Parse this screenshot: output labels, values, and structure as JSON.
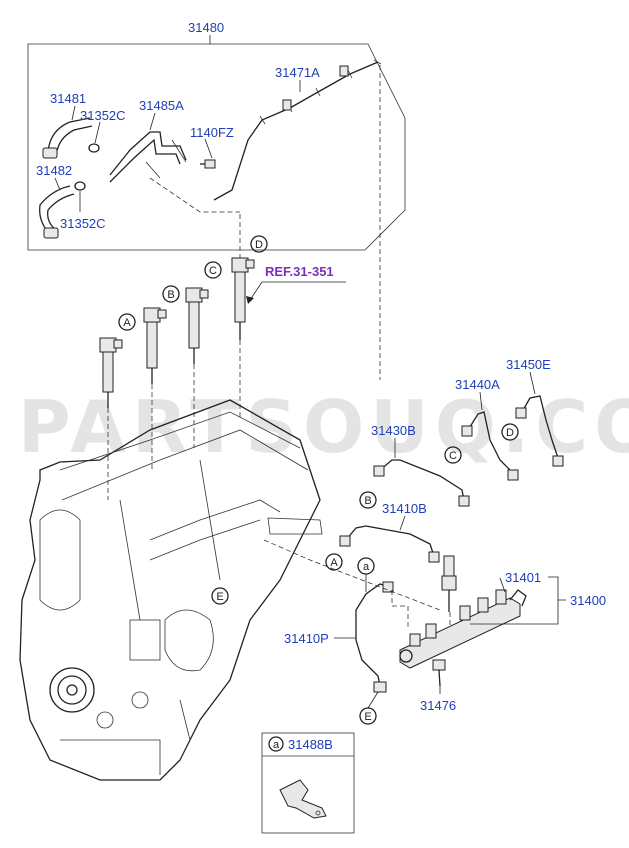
{
  "labels": {
    "p31480": "31480",
    "p31471A": "31471A",
    "p31481": "31481",
    "p31352C_top": "31352C",
    "p31485A": "31485A",
    "p1140FZ": "1140FZ",
    "p31482": "31482",
    "p31352C_bottom": "31352C",
    "ref": "REF.31-351",
    "p31450E": "31450E",
    "p31440A": "31440A",
    "p31430B": "31430B",
    "p31410B": "31410B",
    "p31401": "31401",
    "p31400": "31400",
    "p31410P": "31410P",
    "p31476": "31476",
    "p31488B": "31488B"
  },
  "markers": {
    "A": "A",
    "B": "B",
    "C": "C",
    "D": "D",
    "E": "E",
    "a": "a"
  },
  "watermark": "PARTSOUQ.COM"
}
